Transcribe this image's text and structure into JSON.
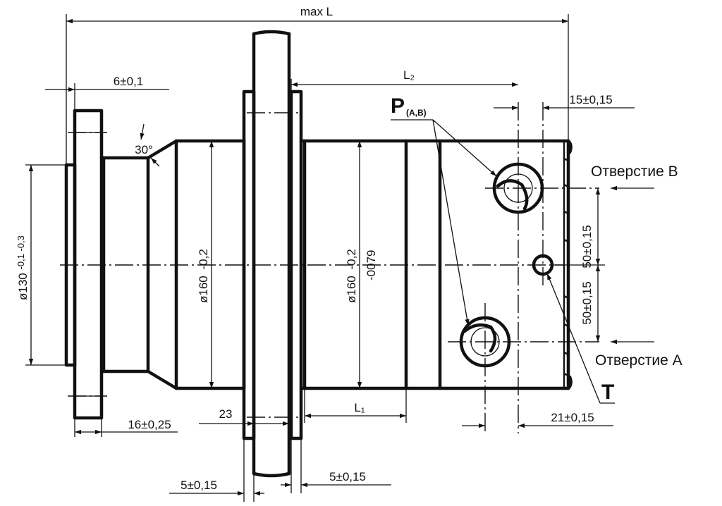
{
  "dimensions": {
    "max_length": "max L",
    "l2": "L₂",
    "l1": "L₁",
    "flange_thickness": "6±0,1",
    "flange_width": "16±0,25",
    "chamfer_angle": "30°",
    "pilot_diameter": "ø130",
    "pilot_diameter_tol": "-0,1 -0,3",
    "body_diameter": "ø160",
    "body_diameter_tol": "-0,2",
    "housing_diameter": "ø160",
    "housing_diameter_tol": "-0,2",
    "housing_diameter_tol2": "-0079",
    "mount_flange_thickness": "23",
    "left_gap": "5±0,15",
    "right_gap": "5±0,15",
    "port_offset_top": "15±0,15",
    "port_spacing_b": "50±0,15",
    "port_spacing_a": "50±0,15",
    "port_offset_bottom": "21±0,15"
  },
  "labels": {
    "pressure_port": "P",
    "pressure_port_sub": "(A,B)",
    "port_b": "Отверстие B",
    "port_a": "Отверстие A",
    "tank_port": "T"
  },
  "colors": {
    "line": "#111111",
    "background": "#ffffff"
  }
}
